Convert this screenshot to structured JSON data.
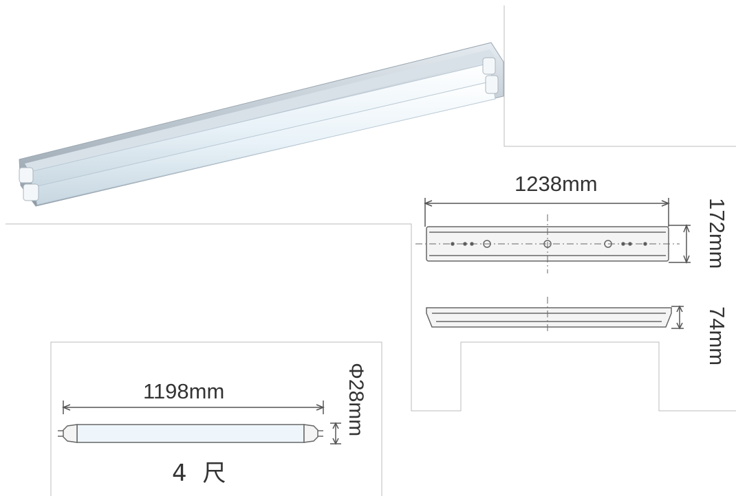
{
  "fixture_dimensions": {
    "length_label": "1238mm",
    "width_label": "172mm",
    "height_label": "74mm"
  },
  "tube_dimensions": {
    "length_label": "1198mm",
    "diameter_label": "Φ28mm",
    "size_label": "4 尺"
  },
  "colors": {
    "line": "#555555",
    "text": "#333333",
    "panel_border": "#bbbbbb",
    "tube_glow": "#eef6fb",
    "metal": "#c9d2da"
  }
}
